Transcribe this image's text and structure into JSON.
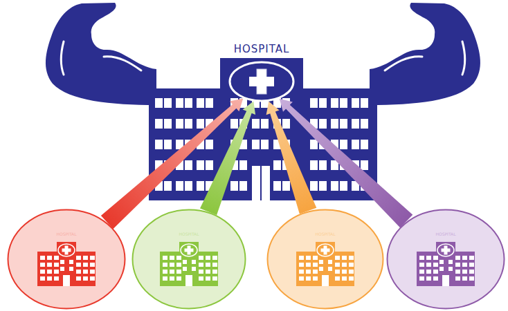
{
  "diagram": {
    "nodes": [
      {
        "text": [
          "HOSPITAL"
        ]
      },
      {
        "text": [
          "HOSPITAL"
        ]
      },
      {
        "text": [
          "HOSPITAL"
        ]
      },
      {
        "text": [
          "HOSPITAL"
        ]
      },
      {
        "text": [
          "HOSPITAL"
        ]
      }
    ],
    "edges": [
      {
        "from": 1,
        "to": 0,
        "arrow": "to"
      },
      {
        "from": 2,
        "to": 0,
        "arrow": "to"
      },
      {
        "from": 3,
        "to": 0,
        "arrow": "to"
      },
      {
        "from": 4,
        "to": 0,
        "arrow": "to"
      }
    ]
  }
}
